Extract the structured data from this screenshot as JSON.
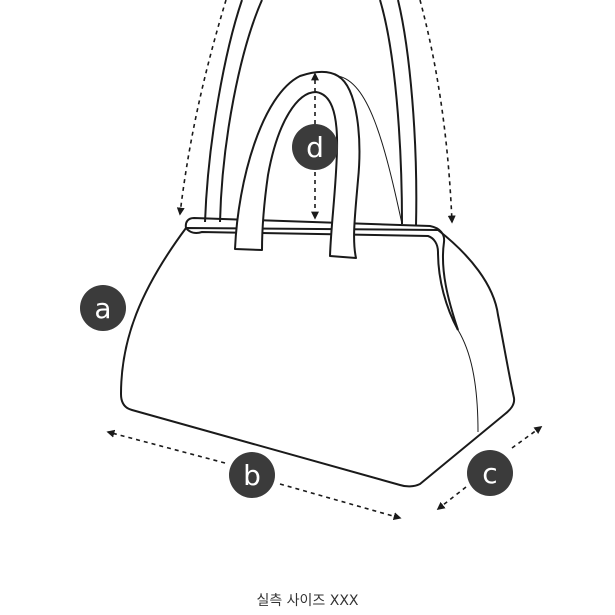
{
  "labels": {
    "a": "a",
    "b": "b",
    "c": "c",
    "d": "d"
  },
  "caption": "실측 사이즈 XXX",
  "colors": {
    "outline": "#1a1a1a",
    "badge": "#3b3b3b",
    "background": "#ffffff"
  }
}
